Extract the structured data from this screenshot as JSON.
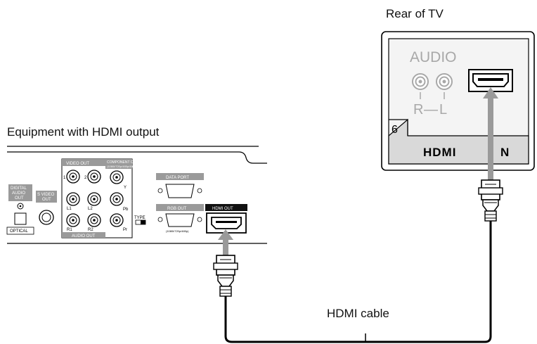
{
  "labels": {
    "rear_of_tv": "Rear of TV",
    "equipment": "Equipment with HDMI output",
    "hdmi_cable": "HDMI cable"
  },
  "tv_panel": {
    "audio": "AUDIO",
    "r": "R",
    "l": "L",
    "dash": "—",
    "input_number": "6",
    "hdmi_logo": "HDMI",
    "in_suffix": "N"
  },
  "equipment_panel": {
    "digital_audio_out": [
      "DIGITAL",
      "AUDIO",
      "OUT"
    ],
    "optical": "OPTICAL",
    "s_video_out": [
      "S VIDEO",
      "OUT"
    ],
    "video_out": "VIDEO OUT",
    "video_1": "1",
    "video_2": "2",
    "component_out": [
      "COMPONENT OUT",
      "(1080i/720p/480p/480i)"
    ],
    "y": "Y",
    "pb": "Pb",
    "pr": "Pr",
    "l1": "L1",
    "l2": "L2",
    "r1": "R1",
    "r2": "R2",
    "audio_out": "AUDIO OUT",
    "type": "TYPE",
    "data_port": "DATA PORT",
    "rgb_out": "RGB OUT",
    "rgb_sub": "(1080i/720p/480p)",
    "hdmi_out": "HDMI OUT"
  },
  "colors": {
    "line": "#000000",
    "tv_panel_fill": "#f2f2f2",
    "tv_bottom_fill": "#d6d6d6",
    "label_bar": "#9a9a9a",
    "arrow": "#9a9a9a",
    "faded_text": "#a8a8a8"
  }
}
